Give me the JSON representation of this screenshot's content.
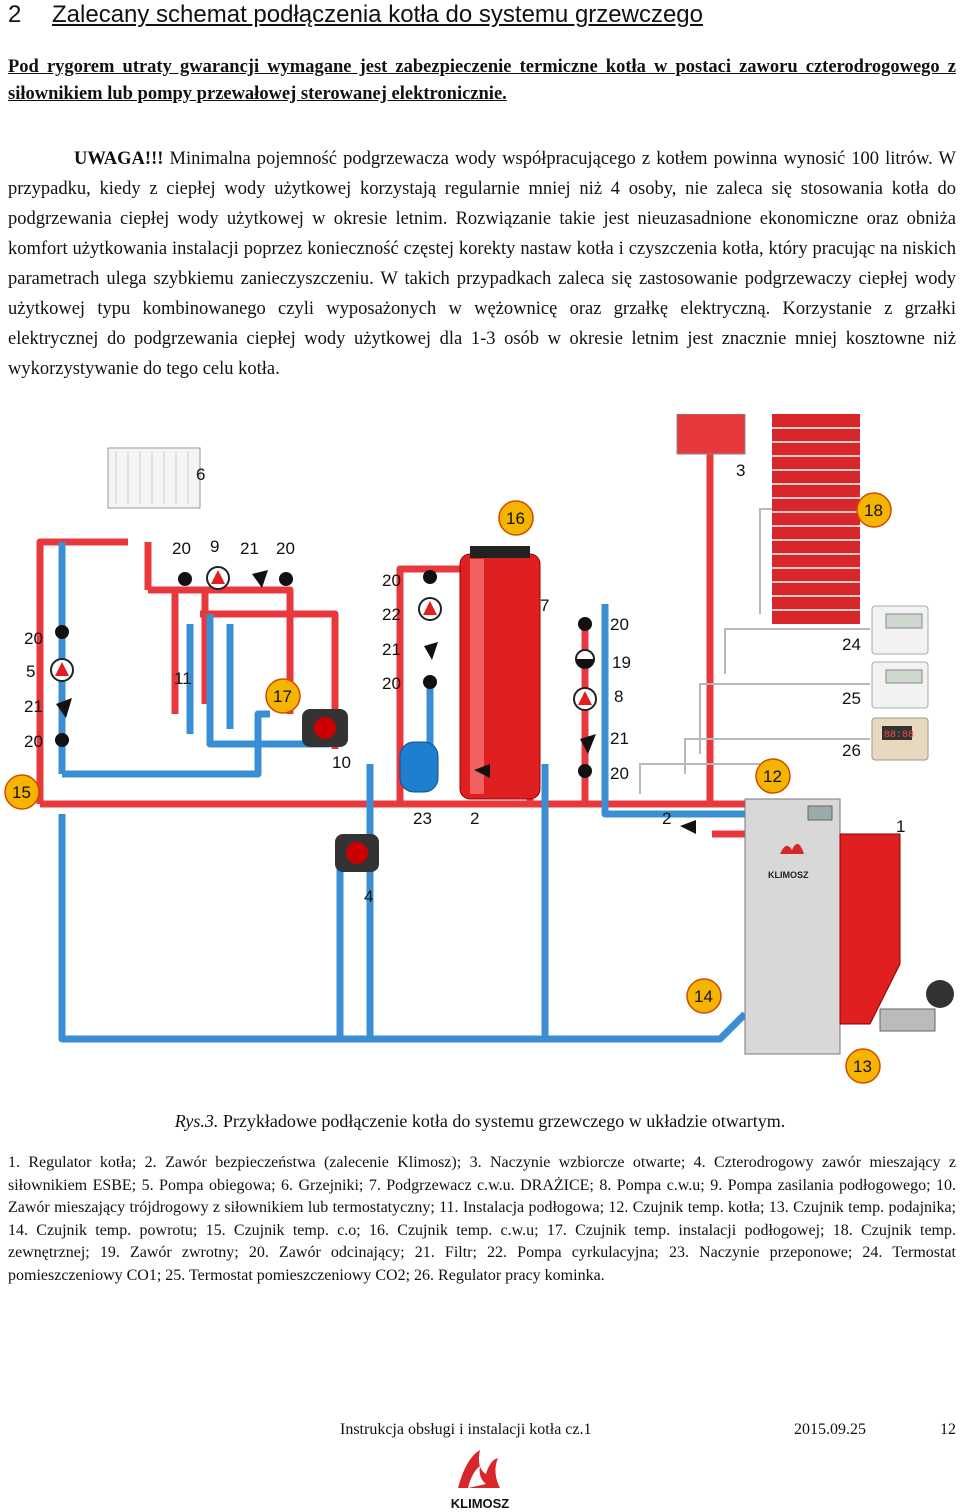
{
  "heading": {
    "number": "2",
    "title": "Zalecany schemat podłączenia kotła do systemu grzewczego"
  },
  "warranty_text": "Pod rygorem utraty gwarancji wymagane jest zabezpieczenie termiczne kotła w postaci zaworu czterodrogowego z siłownikiem lub pompy przewałowej sterowanej elektronicznie.",
  "note": {
    "prefix": "UWAGA!!!",
    "text": " Minimalna pojemność podgrzewacza wody współpracującego z kotłem powinna wynosić 100 litrów. W przypadku, kiedy z ciepłej wody użytkowej korzystają regularnie mniej niż 4 osoby, nie zaleca się stosowania kotła do podgrzewania ciepłej wody użytkowej w okresie letnim. Rozwiązanie takie jest nieuzasadnione ekonomiczne oraz obniża komfort użytkowania instalacji poprzez konieczność częstej korekty nastaw kotła i czyszczenia kotła, który pracując na niskich parametrach ulega szybkiemu zanieczyszczeniu. W takich przypadkach zaleca się zastosowanie podgrzewaczy ciepłej wody użytkowej typu kombinowanego czyli wyposażonych w wężownicę oraz grzałkę elektryczną. Korzystanie z grzałki elektrycznej do podgrzewania ciepłej wody użytkowej dla 1-3 osób w okresie letnim jest znacznie mniej kosztowne niż wykorzystywanie do tego celu kotła."
  },
  "diagram": {
    "labels": {
      "l1": "1",
      "l2a": "2",
      "l2b": "2",
      "l3": "3",
      "l4": "4",
      "l5": "5",
      "l6": "6",
      "l7": "7",
      "l8": "8",
      "l9": "9",
      "l10": "10",
      "l11": "11",
      "l12": "12",
      "l13": "13",
      "l14": "14",
      "l15": "15",
      "l16": "16",
      "l17": "17",
      "l18": "18",
      "l19": "19",
      "l20a": "20",
      "l20b": "20",
      "l20c": "20",
      "l20d": "20",
      "l20e": "20",
      "l20f": "20",
      "l20g": "20",
      "l20h": "20",
      "l21a": "21",
      "l21b": "21",
      "l21c": "21",
      "l21d": "21",
      "l22": "22",
      "l23": "23",
      "l24": "24",
      "l25": "25",
      "l26": "26"
    },
    "boiler_brand": "KLIMOSZ",
    "thermostat_display": "88:88",
    "colors": {
      "supply": "#e8383d",
      "return": "#3a8fd4",
      "tank": "#e02020",
      "badge": "#f4b400",
      "brick": "#d8262b"
    }
  },
  "caption": {
    "prefix": "Rys.3.",
    "text": " Przykładowe podłączenie kotła do systemu grzewczego w układzie otwartym."
  },
  "legend_text": "1. Regulator kotła; 2. Zawór bezpieczeństwa (zalecenie Klimosz); 3. Naczynie wzbiorcze otwarte; 4. Czterodrogowy zawór mieszający z siłownikiem ESBE; 5. Pompa obiegowa; 6. Grzejniki; 7. Podgrzewacz c.w.u. DRAŻICE; 8. Pompa c.w.u; 9. Pompa zasilania podłogowego; 10. Zawór mieszający trójdrogowy z siłownikiem lub termostatyczny; 11. Instalacja podłogowa; 12. Czujnik temp. kotła; 13. Czujnik temp. podajnika; 14. Czujnik temp. powrotu; 15. Czujnik temp. c.o; 16. Czujnik temp. c.w.u; 17. Czujnik temp. instalacji podłogowej; 18. Czujnik temp. zewnętrznej; 19. Zawór zwrotny; 20. Zawór odcinający; 21. Filtr; 22. Pompa cyrkulacyjna; 23. Naczynie przeponowe; 24. Termostat pomieszczeniowy CO1; 25. Termostat pomieszczeniowy CO2; 26. Regulator pracy kominka.",
  "footer": {
    "text": "Instrukcja obsługi i instalacji kotła cz.1",
    "date": "2015.09.25",
    "page": "12"
  },
  "logo_text": "KLIMOSZ"
}
